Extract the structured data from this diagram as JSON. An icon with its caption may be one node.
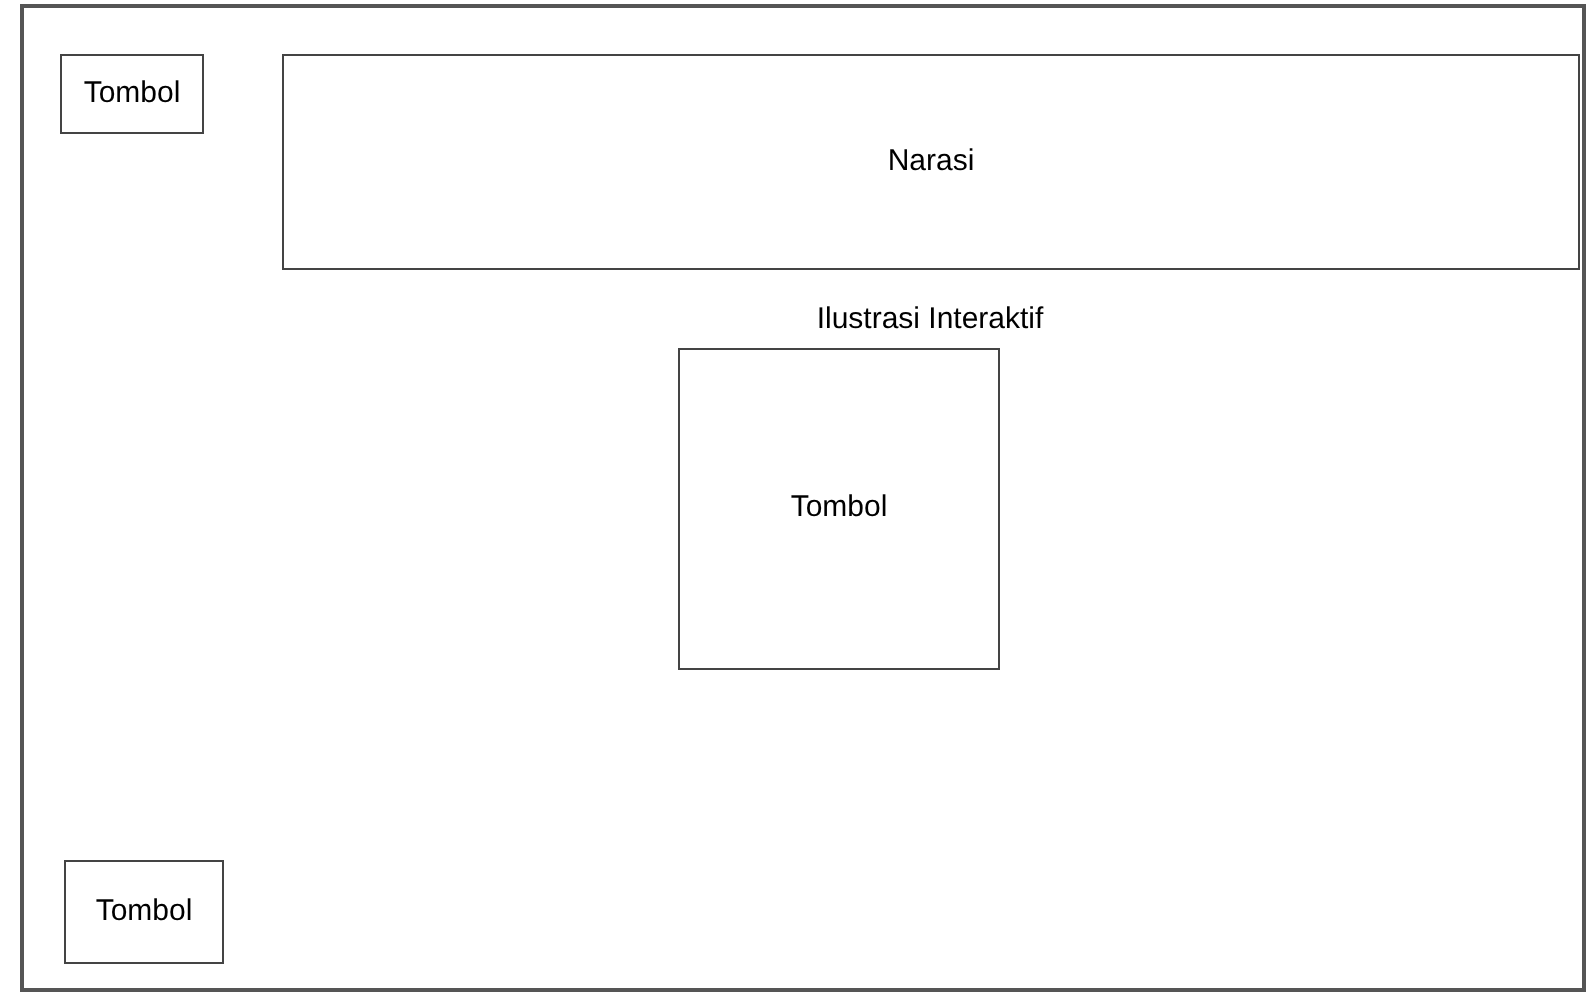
{
  "diagram": {
    "nodes": [
      {
        "text": [],
        "shape": "box"
      },
      {
        "text": [
          "Tombol"
        ],
        "in": 0
      },
      {
        "text": [
          "Narasi"
        ],
        "in": 0
      },
      {
        "text": [
          "Tombol"
        ],
        "in": 0
      },
      {
        "text": [
          "Tombol"
        ],
        "in": 0
      }
    ],
    "labels": [
      "Ilustrasi Interaktif"
    ]
  }
}
